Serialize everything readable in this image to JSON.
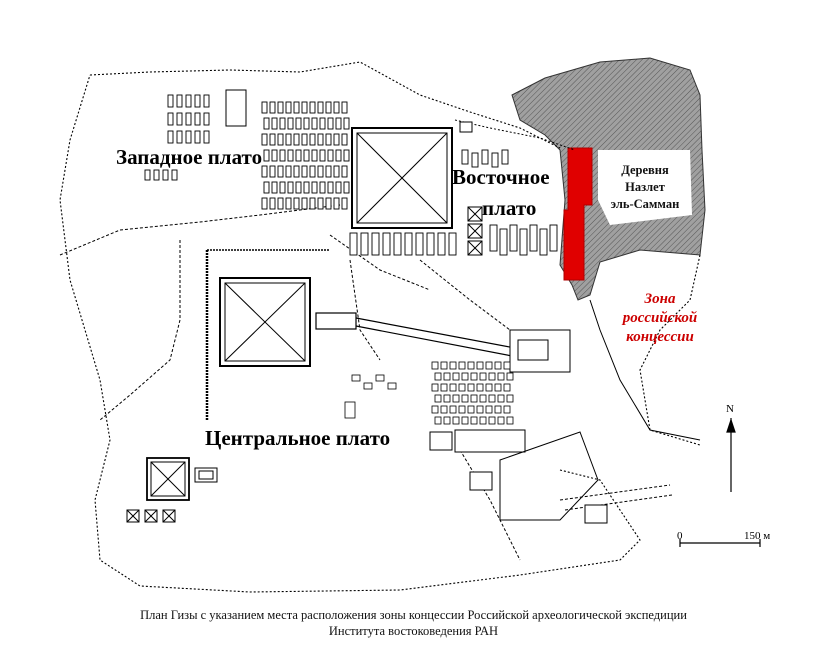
{
  "labels": {
    "west_plateau": "Западное плато",
    "east_plateau_line1": "Восточное",
    "east_plateau_line2": "плато",
    "central_plateau": "Центральное плато",
    "village_line1": "Деревня",
    "village_line2": "Назлет",
    "village_line3": "эль-Самман",
    "zone_line1": "Зона",
    "zone_line2": "российской",
    "zone_line3": "концессии"
  },
  "scale": {
    "start_label": "0",
    "end_label": "150 м"
  },
  "north": {
    "label": "N"
  },
  "caption": {
    "line1": "План Гизы с указанием места расположения зоны концессии Российской археологической экспедиции",
    "line2": "Института востоковедения РАН"
  },
  "colors": {
    "concession": "#e00000",
    "zone_text": "#cc0000",
    "village_fill": "#9a9a9a",
    "line": "#000000"
  },
  "icons": {
    "north_arrow": "north-arrow-icon",
    "pyramid": "pyramid-icon"
  }
}
